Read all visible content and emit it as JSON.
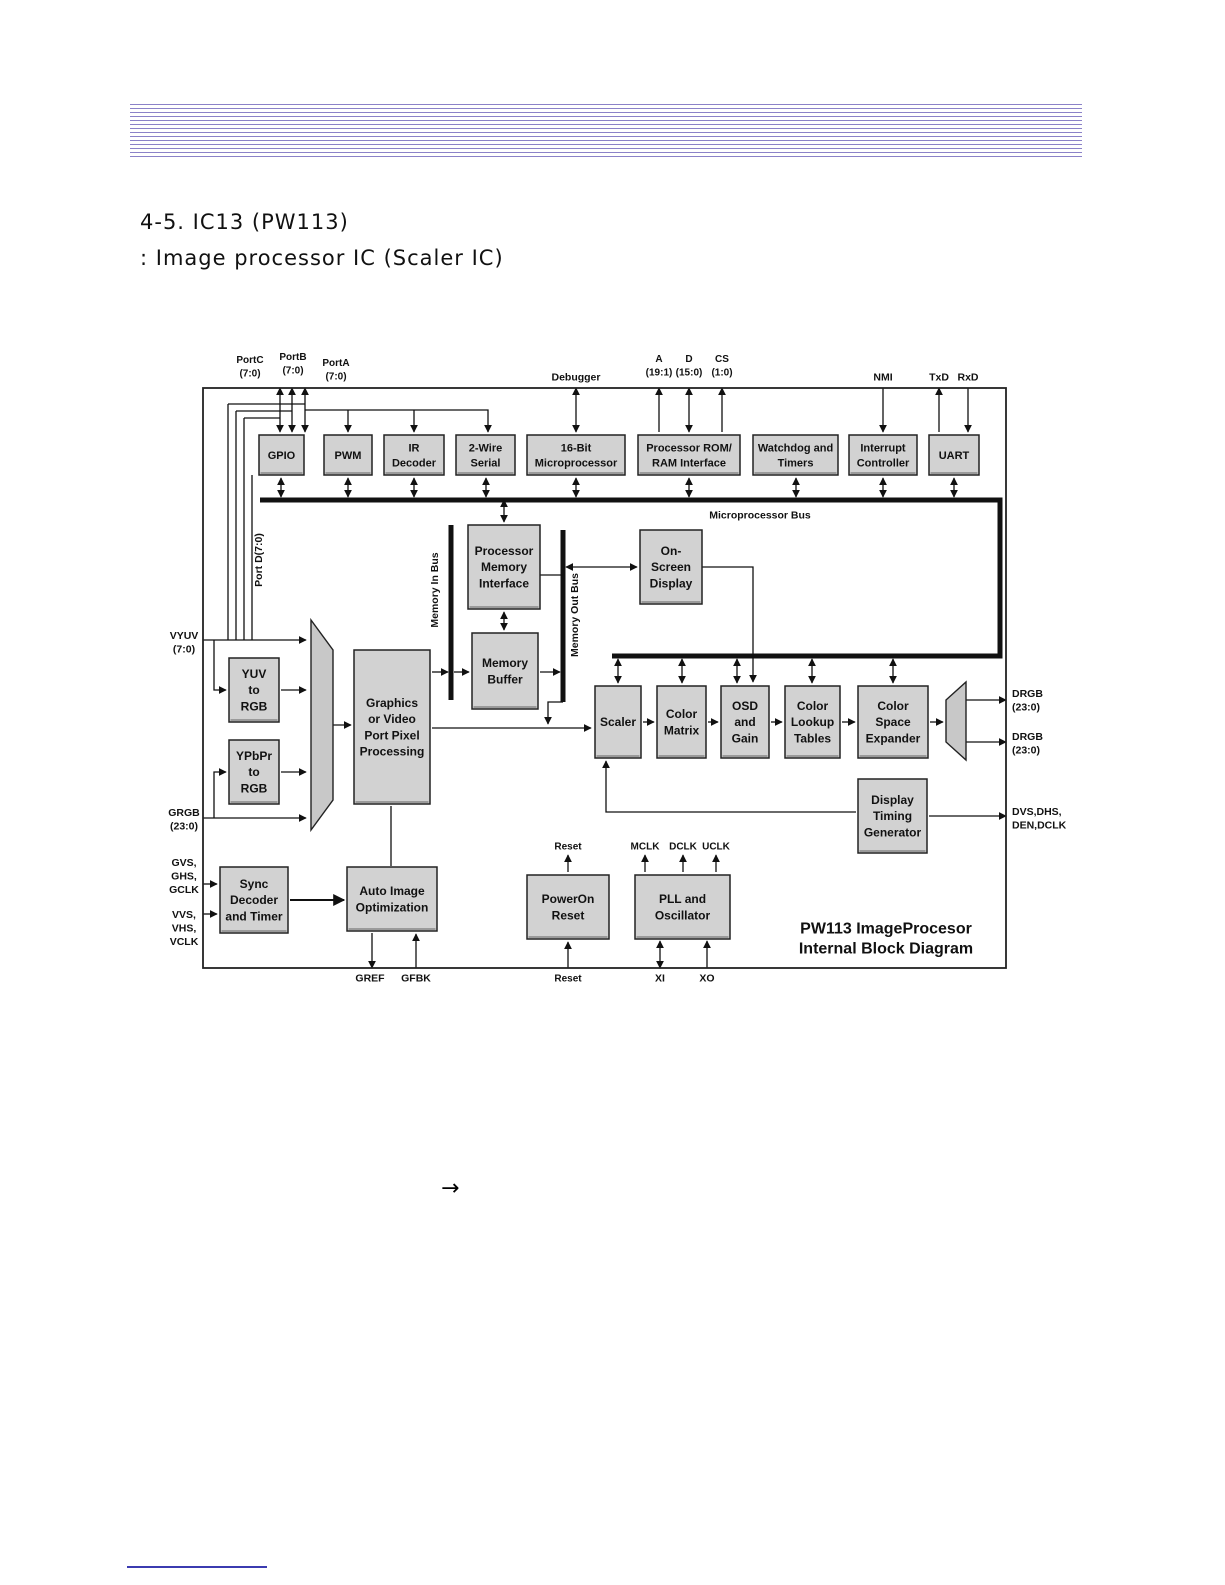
{
  "header": {
    "section_title": "4-5. IC13 (PW113)",
    "subtitle": ": Image processor IC (Scaler IC)"
  },
  "diagram": {
    "caption": [
      "PW113 ImageProcesor",
      "Internal Block Diagram"
    ],
    "bus_labels": {
      "microprocessor_bus": "Microprocessor Bus",
      "memory_in_bus": "Memory In Bus",
      "memory_out_bus": "Memory Out Bus",
      "port_d": "Port D(7:0)"
    },
    "blocks": [
      {
        "id": "gpio",
        "lines": [
          "GPIO"
        ]
      },
      {
        "id": "pwm",
        "lines": [
          "PWM"
        ]
      },
      {
        "id": "ir-decoder",
        "lines": [
          "IR",
          "Decoder"
        ]
      },
      {
        "id": "two-wire-serial",
        "lines": [
          "2-Wire",
          "Serial"
        ]
      },
      {
        "id": "microprocessor",
        "lines": [
          "16-Bit",
          "Microprocessor"
        ]
      },
      {
        "id": "rom-ram-interface",
        "lines": [
          "Processor ROM/",
          "RAM Interface"
        ]
      },
      {
        "id": "watchdog-timers",
        "lines": [
          "Watchdog and",
          "Timers"
        ]
      },
      {
        "id": "interrupt-controller",
        "lines": [
          "Interrupt",
          "Controller"
        ]
      },
      {
        "id": "uart",
        "lines": [
          "UART"
        ]
      },
      {
        "id": "processor-memory-interface",
        "lines": [
          "Processor",
          "Memory",
          "Interface"
        ]
      },
      {
        "id": "on-screen-display",
        "lines": [
          "On-",
          "Screen",
          "Display"
        ]
      },
      {
        "id": "memory-buffer",
        "lines": [
          "Memory",
          "Buffer"
        ]
      },
      {
        "id": "yuv-to-rgb",
        "lines": [
          "YUV",
          "to",
          "RGB"
        ]
      },
      {
        "id": "ypbpr-to-rgb",
        "lines": [
          "YPbPr",
          "to",
          "RGB"
        ]
      },
      {
        "id": "pixel-processing",
        "lines": [
          "Graphics",
          "or Video",
          "Port Pixel",
          "Processing"
        ]
      },
      {
        "id": "scaler",
        "lines": [
          "Scaler"
        ]
      },
      {
        "id": "color-matrix",
        "lines": [
          "Color",
          "Matrix"
        ]
      },
      {
        "id": "osd-gain",
        "lines": [
          "OSD",
          "and",
          "Gain"
        ]
      },
      {
        "id": "color-lookup-tables",
        "lines": [
          "Color",
          "Lookup",
          "Tables"
        ]
      },
      {
        "id": "color-space-expander",
        "lines": [
          "Color",
          "Space",
          "Expander"
        ]
      },
      {
        "id": "display-timing-generator",
        "lines": [
          "Display",
          "Timing",
          "Generator"
        ]
      },
      {
        "id": "sync-decoder-timer",
        "lines": [
          "Sync",
          "Decoder",
          "and Timer"
        ]
      },
      {
        "id": "auto-image-optimization",
        "lines": [
          "Auto Image",
          "Optimization"
        ]
      },
      {
        "id": "poweron-reset",
        "lines": [
          "PowerOn",
          "Reset"
        ]
      },
      {
        "id": "pll-oscillator",
        "lines": [
          "PLL and",
          "Oscillator"
        ]
      }
    ],
    "pins": [
      {
        "id": "portc",
        "lines": [
          "PortC",
          "(7:0)"
        ]
      },
      {
        "id": "portb",
        "lines": [
          "PortB",
          "(7:0)"
        ]
      },
      {
        "id": "porta",
        "lines": [
          "PortA",
          "(7:0)"
        ]
      },
      {
        "id": "debugger",
        "lines": [
          "Debugger"
        ]
      },
      {
        "id": "addr",
        "lines": [
          "A",
          "(19:1)"
        ]
      },
      {
        "id": "data",
        "lines": [
          "D",
          "(15:0)"
        ]
      },
      {
        "id": "cs",
        "lines": [
          "CS",
          "(1:0)"
        ]
      },
      {
        "id": "nmi",
        "lines": [
          "NMI"
        ]
      },
      {
        "id": "txd",
        "lines": [
          "TxD"
        ]
      },
      {
        "id": "rxd",
        "lines": [
          "RxD"
        ]
      },
      {
        "id": "vyuv",
        "lines": [
          "VYUV",
          "(7:0)"
        ]
      },
      {
        "id": "grgb",
        "lines": [
          "GRGB",
          "(23:0)"
        ]
      },
      {
        "id": "gsync",
        "lines": [
          "GVS,",
          "GHS,",
          "GCLK"
        ]
      },
      {
        "id": "vsync",
        "lines": [
          "VVS,",
          "VHS,",
          "VCLK"
        ]
      },
      {
        "id": "gref",
        "lines": [
          "GREF"
        ]
      },
      {
        "id": "gfbk",
        "lines": [
          "GFBK"
        ]
      },
      {
        "id": "reset-top",
        "lines": [
          "Reset"
        ]
      },
      {
        "id": "reset-bottom",
        "lines": [
          "Reset"
        ]
      },
      {
        "id": "mclk",
        "lines": [
          "MCLK"
        ]
      },
      {
        "id": "dclk",
        "lines": [
          "DCLK"
        ]
      },
      {
        "id": "uclk",
        "lines": [
          "UCLK"
        ]
      },
      {
        "id": "xi",
        "lines": [
          "XI"
        ]
      },
      {
        "id": "xo",
        "lines": [
          "XO"
        ]
      },
      {
        "id": "drgb-1",
        "lines": [
          "DRGB",
          "(23:0)"
        ]
      },
      {
        "id": "drgb-2",
        "lines": [
          "DRGB",
          "(23:0)"
        ]
      },
      {
        "id": "display-sync",
        "lines": [
          "DVS,DHS,",
          "DEN,DCLK"
        ]
      }
    ]
  },
  "note": {
    "arrow_symbol": "→"
  }
}
